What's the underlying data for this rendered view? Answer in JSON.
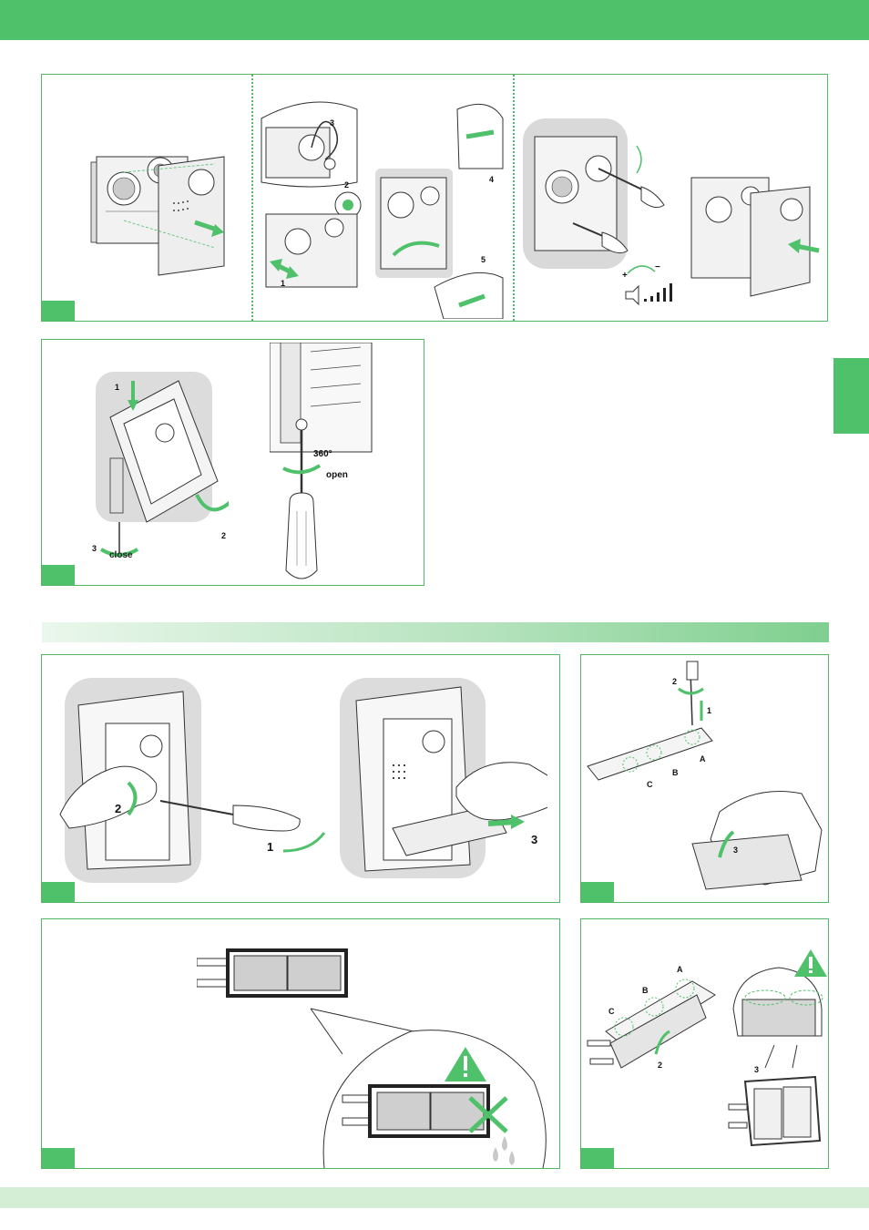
{
  "colors": {
    "accent": "#4fc16b",
    "panel_border": "#52b868",
    "bottom_band": "#d4eed6",
    "warning": "#4fc16b"
  },
  "panel1": {
    "step2": {
      "cable": "3",
      "grommet": "2",
      "slide": "1",
      "top": "4",
      "bottom": "5"
    }
  },
  "panel2": {
    "left": {
      "push": "1",
      "rotate": "2",
      "screw": "3",
      "close": "close"
    },
    "right": {
      "angle": "360°",
      "open": "open"
    }
  },
  "panel3": {
    "step_rotate": "2",
    "step_lever": "1",
    "step_pull": "3"
  },
  "panel4": {
    "screw": "2",
    "press": "1",
    "point_a": "A",
    "point_b": "B",
    "point_c": "C",
    "lift": "3"
  },
  "panel6": {
    "point_a": "A",
    "point_b": "B",
    "point_c": "C",
    "press": "2",
    "detail": "3"
  },
  "icons": {
    "warning_triangle": "warning-icon",
    "no_water": "cross-icon",
    "drops": "water-drop-icon",
    "volume": "volume-scale-icon"
  }
}
